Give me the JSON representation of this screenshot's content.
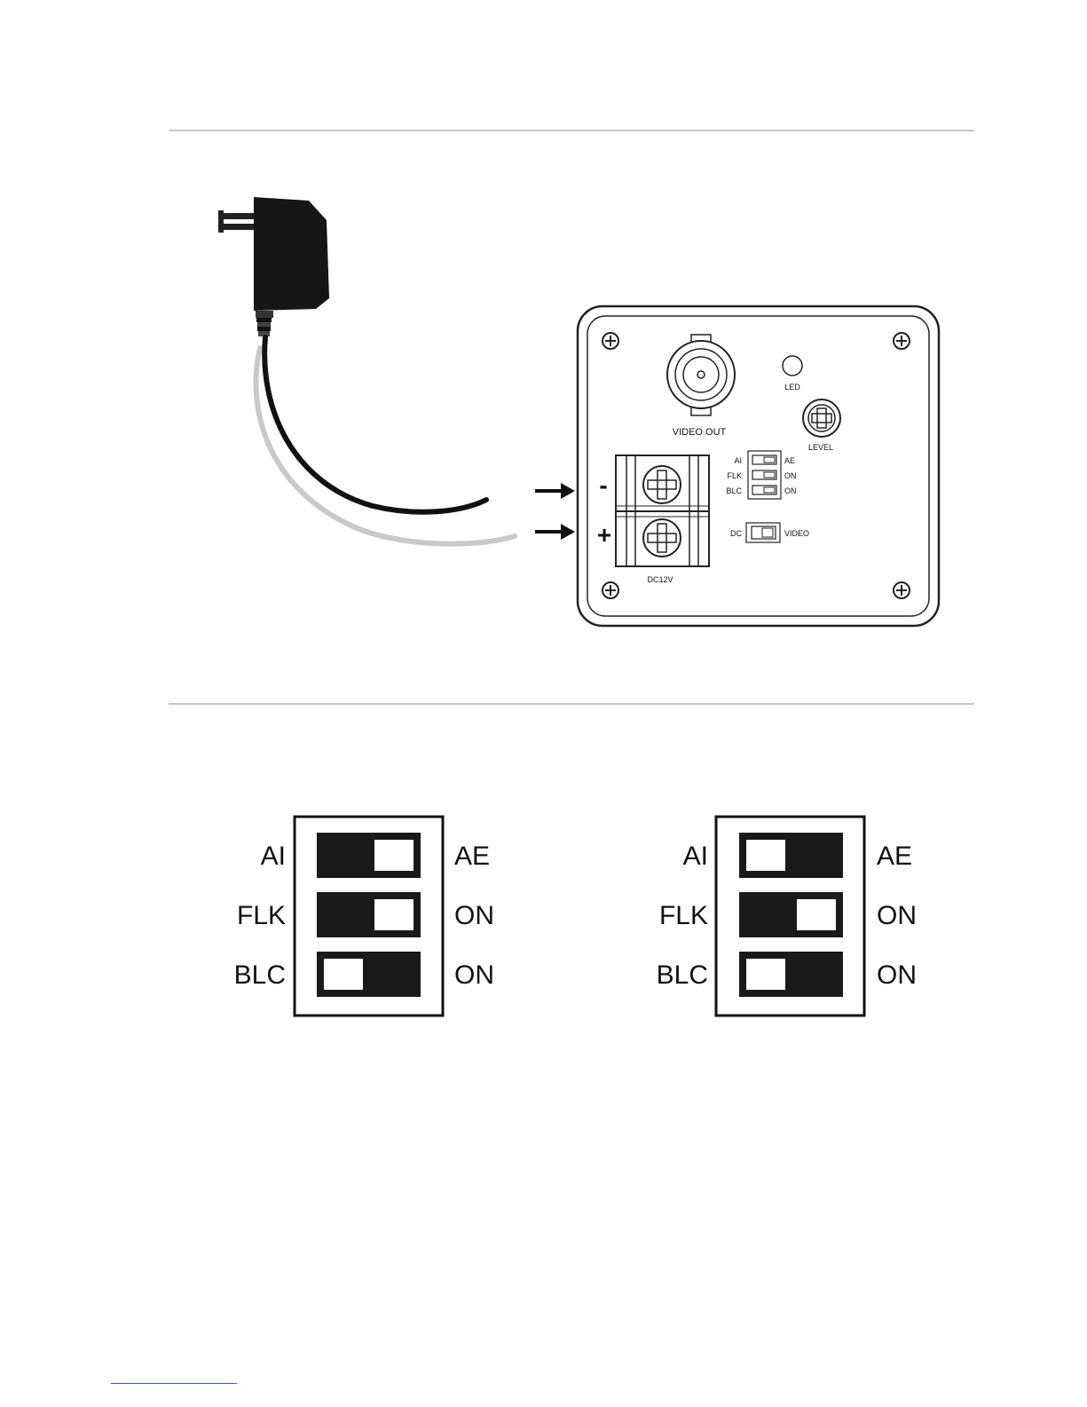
{
  "camera": {
    "video_out_label": "VIDEO OUT",
    "led_label": "LED",
    "level_label": "LEVEL",
    "power_label": "DC12V",
    "terminal_minus": "-",
    "terminal_plus": "+",
    "switch_rows": [
      {
        "left": "AI",
        "right": "AE"
      },
      {
        "left": "FLK",
        "right": "ON"
      },
      {
        "left": "BLC",
        "right": "ON"
      }
    ],
    "dc_switch": {
      "left": "DC",
      "right": "VIDEO"
    }
  },
  "dip_switches": [
    {
      "rows": [
        {
          "left": "AI",
          "right": "AE",
          "position": "right"
        },
        {
          "left": "FLK",
          "right": "ON",
          "position": "right"
        },
        {
          "left": "BLC",
          "right": "ON",
          "position": "left"
        }
      ]
    },
    {
      "rows": [
        {
          "left": "AI",
          "right": "AE",
          "position": "left"
        },
        {
          "left": "FLK",
          "right": "ON",
          "position": "right"
        },
        {
          "left": "BLC",
          "right": "ON",
          "position": "left"
        }
      ]
    }
  ]
}
